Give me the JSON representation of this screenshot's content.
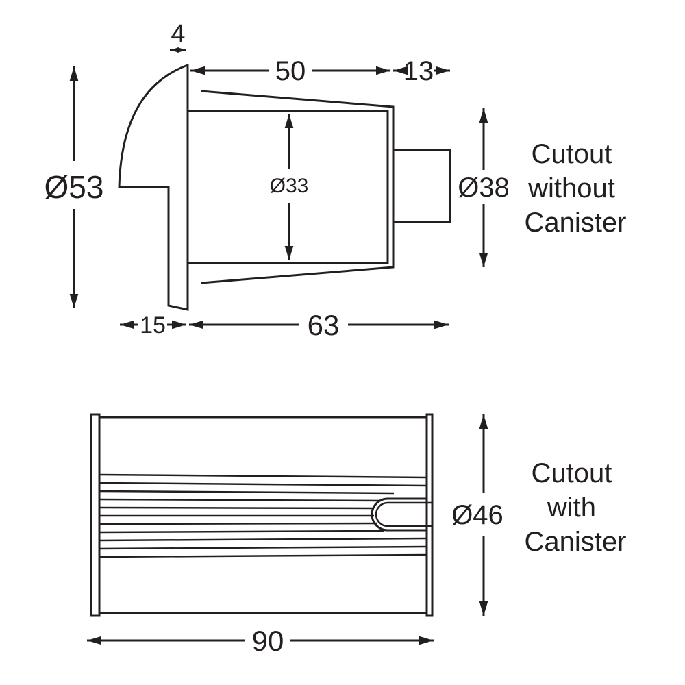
{
  "colors": {
    "ink": "#231f20",
    "background": "#ffffff"
  },
  "top_view": {
    "dims": {
      "flange_thickness": "4",
      "body_length": "50",
      "end_length": "13",
      "flange_diameter": "Ø53",
      "body_diameter": "Ø33",
      "cutout_diameter": "Ø38",
      "flange_depth": "15",
      "total_length": "63"
    },
    "label": [
      "Cutout",
      "without",
      "Canister"
    ]
  },
  "bottom_view": {
    "dims": {
      "canister_diameter": "Ø46",
      "canister_length": "90"
    },
    "label": [
      "Cutout",
      "with",
      "Canister"
    ]
  }
}
